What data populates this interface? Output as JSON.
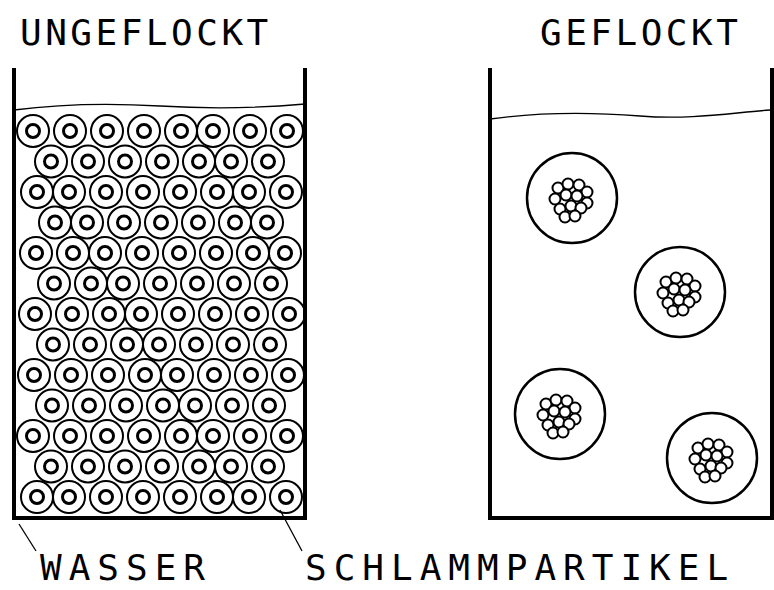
{
  "diagram": {
    "nodes": [
      {
        "text": [
          "UNGEFLOCKT"
        ]
      },
      {
        "text": [
          "GEFLOCKT"
        ]
      }
    ],
    "labels": [
      "WASSER",
      "SCHLAMMPARTIKEL"
    ]
  }
}
